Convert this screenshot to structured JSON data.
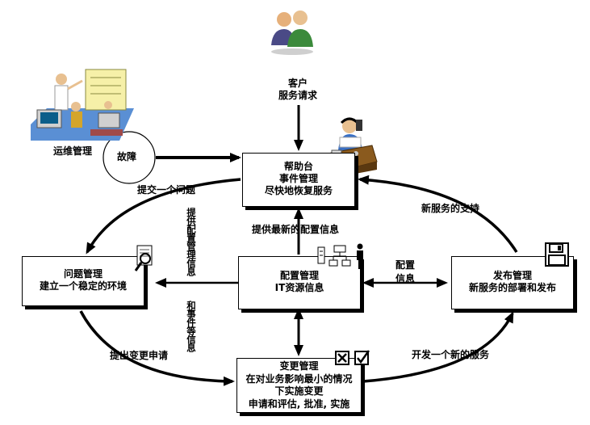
{
  "customer": {
    "line1": "客户",
    "line2": "服务请求"
  },
  "ops": {
    "label": "运维管理"
  },
  "fault": {
    "label": "故障"
  },
  "helpdesk": {
    "line1": "帮助台",
    "line2": "事件管理",
    "line3": "尽快地恢复服务"
  },
  "problem": {
    "line1": "问题管理",
    "line2": "建立一个稳定的环境"
  },
  "config": {
    "line1": "配置管理",
    "line2": "IT资源信息"
  },
  "release": {
    "line1": "发布管理",
    "line2": "新服务的部署和发布"
  },
  "change": {
    "line1": "变更管理",
    "line2": "在对业务影响最小的情况",
    "line3": "下实施变更",
    "line4": "申请和评估, 批准, 实施"
  },
  "labels": {
    "submit_problem": "提交一个问题",
    "latest_config": "提供最新的配置信息",
    "new_service_support": "新服务的支持",
    "vertical_config": "提供配置管理信息",
    "vertical_event": "和事件等信息",
    "config_info_1": "配置",
    "config_info_2": "信息",
    "change_request": "提出变更申请",
    "develop_service": "开发一个新的服务"
  },
  "icons": [
    "people-icon",
    "office-workers-icon",
    "phone-operator-icon",
    "magnifier-document-icon",
    "network-person-icon",
    "floppy-disk-icon",
    "close-box-icon",
    "checkbox-icon"
  ]
}
